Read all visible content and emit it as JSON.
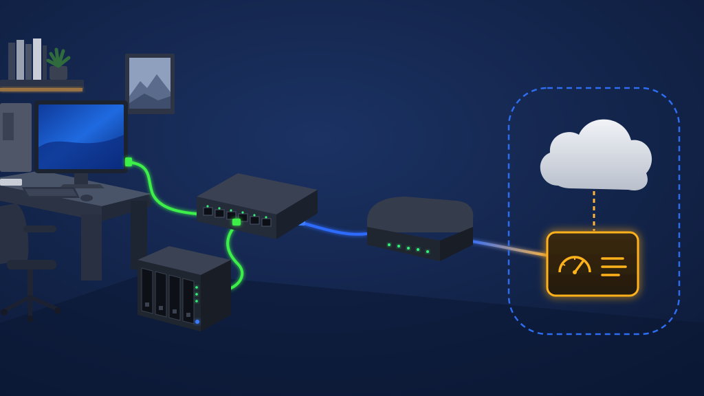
{
  "scene": {
    "description_free": true,
    "colors": {
      "background_wall": "#12234a",
      "background_floor": "#0c1935",
      "lan_cable": "#3cf04a",
      "wan_cable": "#2e6cff",
      "uplink_cable": "#ffb43c",
      "monitor_screen": "#1a5fd8",
      "cloud": "#d6dbe4",
      "speed_panel": "#ffb21a",
      "boundary_dash": "#2f6df0",
      "status_led": "#36f27a"
    },
    "devices": [
      {
        "id": "desktop-computer",
        "icon": "monitor-icon"
      },
      {
        "id": "network-switch",
        "icon": "switch-icon",
        "ports": 6
      },
      {
        "id": "nas-storage",
        "icon": "nas-icon",
        "drive_bays": 4
      },
      {
        "id": "modem-router",
        "icon": "router-icon",
        "leds": 5
      },
      {
        "id": "speed-test-panel",
        "icon": "speedometer-icon"
      },
      {
        "id": "internet-cloud",
        "icon": "cloud-icon"
      }
    ],
    "links": [
      {
        "from": "desktop-computer",
        "to": "network-switch",
        "type": "lan"
      },
      {
        "from": "network-switch",
        "to": "nas-storage",
        "type": "lan"
      },
      {
        "from": "network-switch",
        "to": "modem-router",
        "type": "wan"
      },
      {
        "from": "modem-router",
        "to": "speed-test-panel",
        "type": "uplink"
      },
      {
        "from": "speed-test-panel",
        "to": "internet-cloud",
        "type": "dashed"
      }
    ]
  }
}
